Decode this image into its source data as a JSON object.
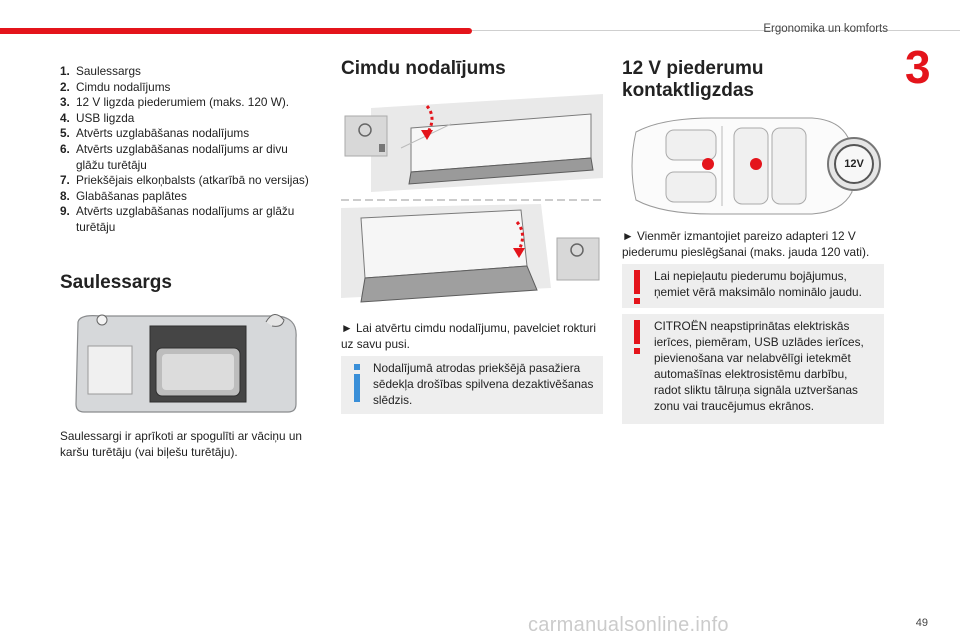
{
  "header": {
    "section_title": "Ergonomika un komforts",
    "chapter_number": "3"
  },
  "footer": {
    "page_number": "49",
    "watermark": "carmanualsonline.info"
  },
  "item_list": [
    {
      "num": "1.",
      "text": "Saulessargs"
    },
    {
      "num": "2.",
      "text": "Cimdu nodalījums"
    },
    {
      "num": "3.",
      "text": "12 V ligzda piederumiem (maks. 120 W)."
    },
    {
      "num": "4.",
      "text": "USB ligzda"
    },
    {
      "num": "5.",
      "text": "Atvērts uzglabāšanas nodalījums"
    },
    {
      "num": "6.",
      "text": "Atvērts uzglabāšanas nodalījums ar divu glāžu turētāju"
    },
    {
      "num": "7.",
      "text": "Priekšējais elkoņbalsts (atkarībā no versijas)"
    },
    {
      "num": "8.",
      "text": "Glabāšanas paplātes"
    },
    {
      "num": "9.",
      "text": "Atvērts uzglabāšanas nodalījums ar glāžu turētāju"
    }
  ],
  "sun_visor": {
    "heading": "Saulessargs",
    "text": "Saulessargi ir aprīkoti ar spogulīti ar vāciņu un karšu turētāju (vai biļešu turētāju)."
  },
  "glove_box": {
    "heading": "Cimdu nodalījums",
    "text": "► Lai atvērtu cimdu nodalījumu, pavelciet rokturi uz savu pusi.",
    "note": "Nodalījumā atrodas priekšējā pasažiera sēdekļa drošības spilvena dezaktivēšanas slēdzis."
  },
  "socket": {
    "heading": "12 V piederumu kontaktligzdas",
    "badge": "12V",
    "text": "► Vienmēr izmantojiet pareizo adapteri 12 V piederumu pieslēgšanai (maks. jauda 120 vati).",
    "warning_1": "Lai nepieļautu piederumu bojājumus, ņemiet vērā maksimālo nominālo jaudu.",
    "warning_2": "CITROËN neapstiprinātas elektriskās ierīces, piemēram, USB uzlādes ierīces, pievienošana var nelabvēlīgi ietekmēt automašīnas elektrosistēmu darbību, radot sliktu tālruņa signāla uztveršanas zonu vai traucējumus ekrānos."
  },
  "colors": {
    "accent": "#e4141b",
    "note_bg": "#eeeeee",
    "info_blue": "#3a8fd8"
  }
}
